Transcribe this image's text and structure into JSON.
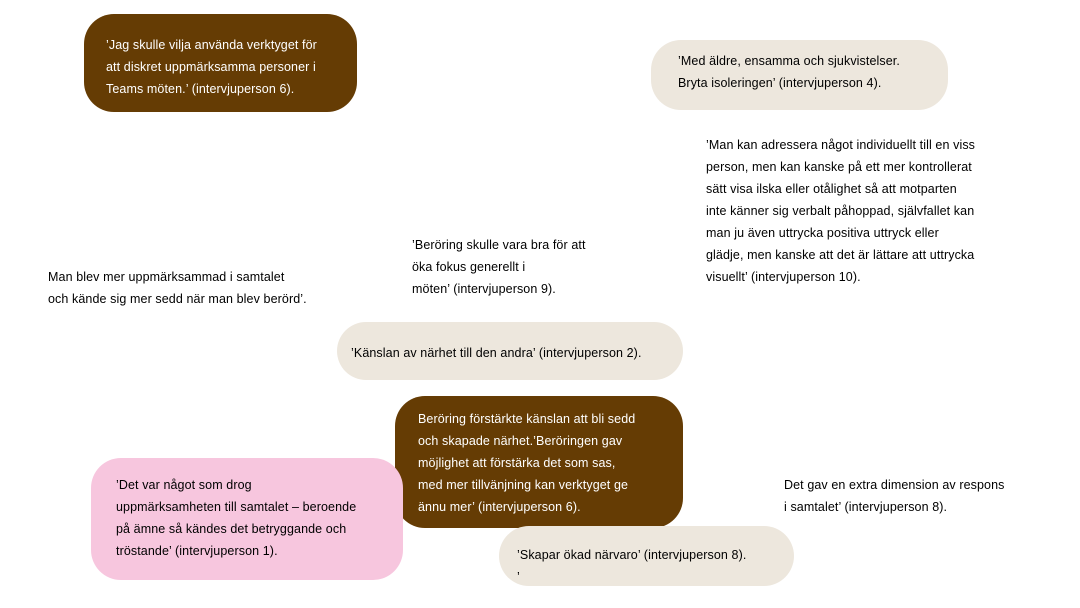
{
  "quotes": {
    "q1": "’Jag skulle vilja använda verktyget för\natt diskret uppmärksamma personer i\nTeams möten.’ (intervjuperson 6).",
    "q2": "’Med äldre, ensamma och sjukvistelser.\nBryta isoleringen’ (intervjuperson 4).",
    "q3": "’Man kan adressera något individuellt till en viss\nperson, men kan kanske på ett mer kontrollerat\nsätt visa ilska eller otålighet så att motparten\ninte känner sig verbalt påhoppad, självfallet kan\nman ju även uttrycka positiva uttryck eller\nglädje, men kanske att det är lättare att uttrycka\nvisuellt’ (intervjuperson 10).",
    "q4": "’Beröring skulle vara bra för att\nöka fokus generellt i\nmöten’ (intervjuperson 9).",
    "q5": " Man blev mer uppmärksammad i samtalet\noch kände sig mer sedd när man blev berörd’.",
    "q6": "’Känslan av närhet till den andra’ (intervjuperson 2).",
    "q7": "Beröring förstärkte känslan att bli sedd\noch skapade närhet.’Beröringen gav\nmöjlighet att förstärka det som sas,\nmed mer tillvänjning kan verktyget ge\nännu mer’ (intervjuperson 6).",
    "q8": " ’Det var något som drog\nuppmärksamheten till samtalet – beroende\npå ämne så kändes det betryggande och\ntröstande’ (intervjuperson 1).",
    "q9": "’Skapar ökad närvaro’ (intervjuperson 8).\n’",
    "q10": "Det gav en extra dimension av respons\ni samtalet’ (intervjuperson 8)."
  },
  "colors": {
    "dark_brown": "#653c04",
    "beige": "#ede7dd",
    "pink": "#f7c6de"
  }
}
